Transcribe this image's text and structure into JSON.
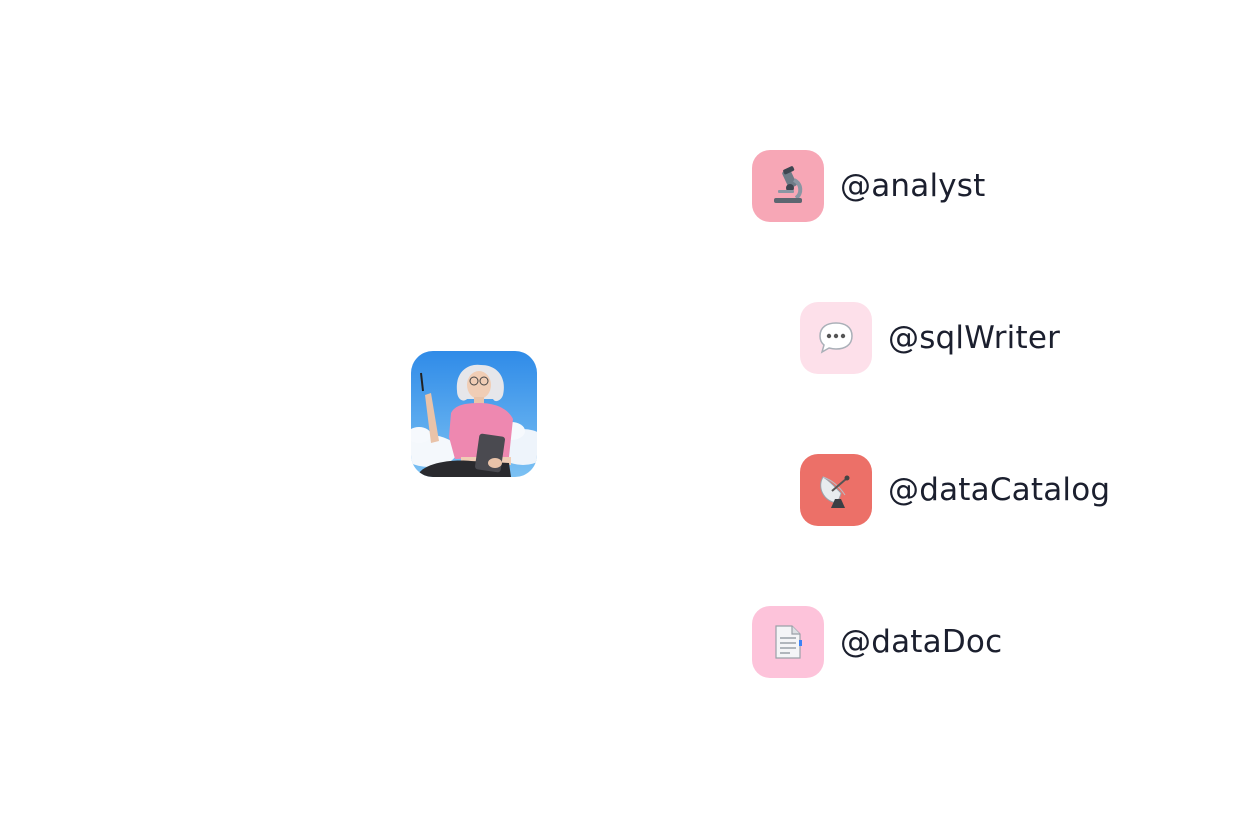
{
  "user": {
    "avatar_icon": "user-avatar-photo"
  },
  "agents": [
    {
      "name": "@analyst",
      "icon": "microscope-icon",
      "color": "#f7a7b6"
    },
    {
      "name": "@sqlWriter",
      "icon": "speech-bubble-icon",
      "color": "#fde0ea"
    },
    {
      "name": "@dataCatalog",
      "icon": "satellite-dish-icon",
      "color": "#ec7068"
    },
    {
      "name": "@dataDoc",
      "icon": "document-icon",
      "color": "#fdc3da"
    }
  ]
}
